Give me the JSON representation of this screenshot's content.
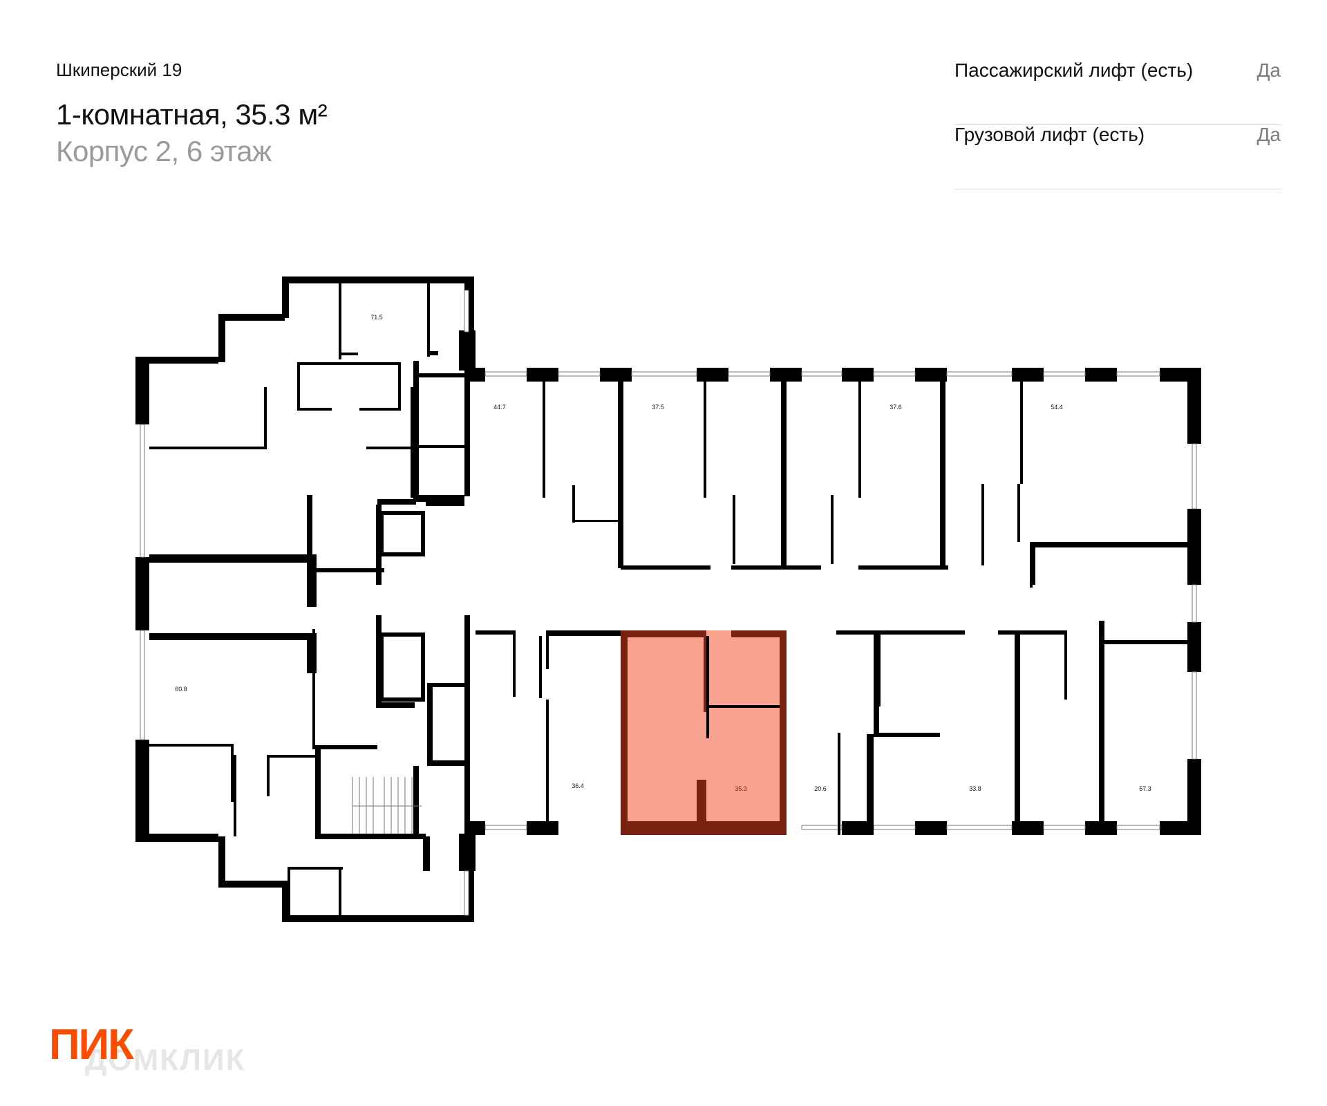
{
  "header": {
    "project": "Шкиперский 19",
    "flat_title": "1-комнатная, 35.3 м²",
    "flat_subtitle": "Корпус 2, 6 этаж"
  },
  "features": [
    {
      "label": "Пассажирский лифт (есть)",
      "value": "Да"
    },
    {
      "label": "Грузовой лифт (есть)",
      "value": "Да"
    }
  ],
  "plan": {
    "highlight_color": "#f7a38f",
    "highlight_wall_color": "#7a2212",
    "apartment_areas": [
      "71.5",
      "44.7",
      "37.5",
      "37.6",
      "54.4",
      "60.8",
      "36.4",
      "35.3",
      "20.6",
      "33.8",
      "57.3"
    ]
  },
  "brand": {
    "logo": "ПИК",
    "watermark": "ДОМКЛИК",
    "logo_color": "#fc4c02"
  }
}
